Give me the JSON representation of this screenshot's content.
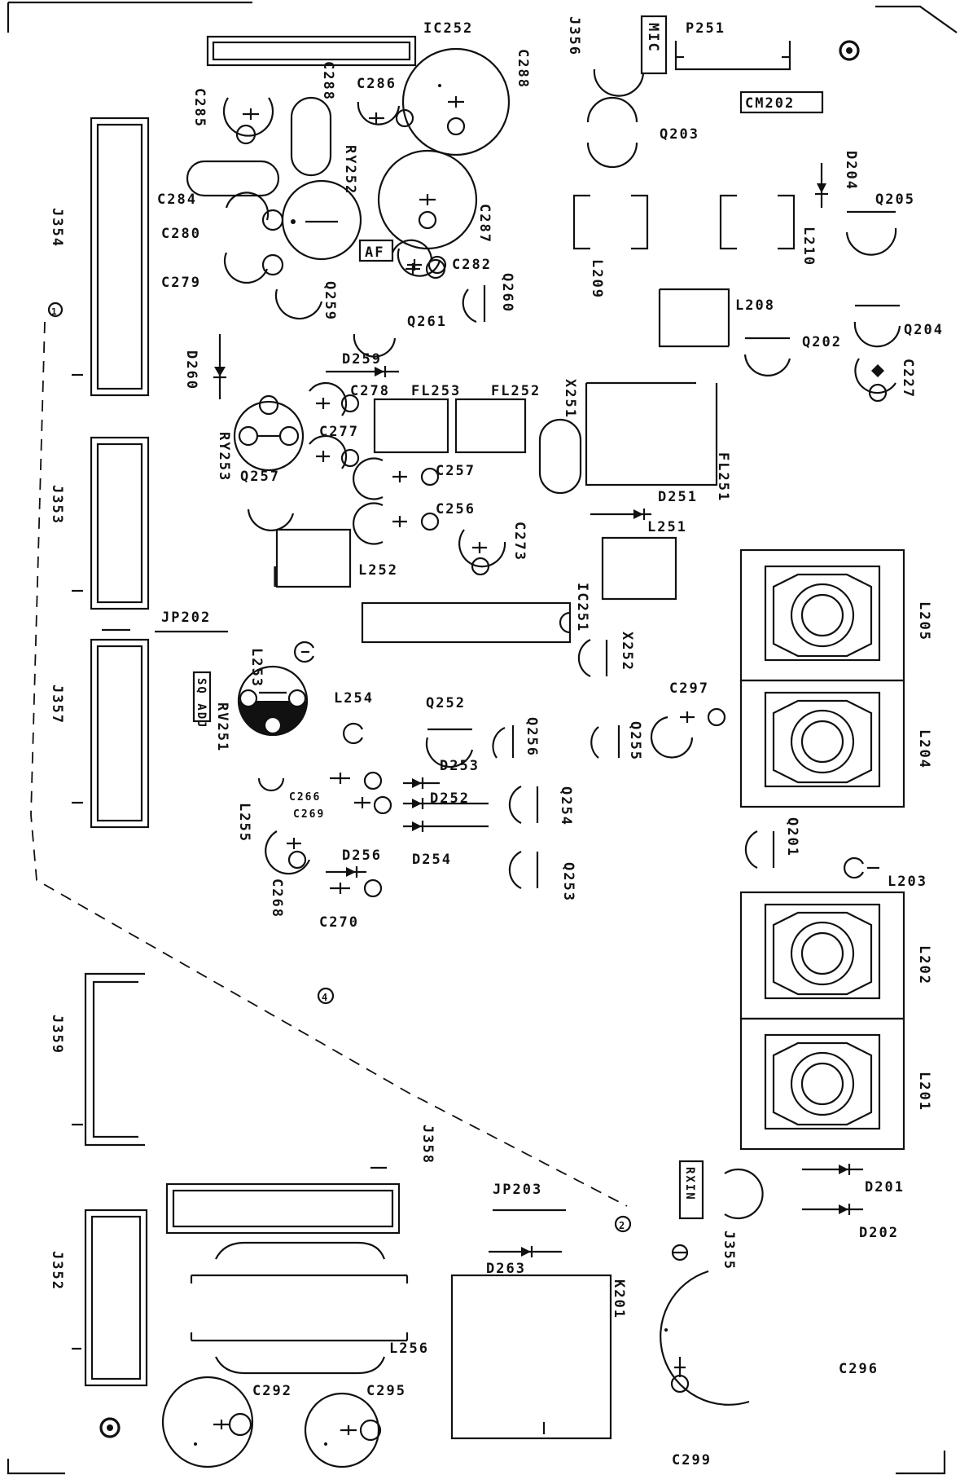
{
  "diagram": {
    "labels": {
      "IC252": "IC252",
      "P251": "P251",
      "J356": "J356",
      "MIC": "MIC",
      "CM202": "CM202",
      "C288a": "C288",
      "C288b": "C288",
      "C286": "C286",
      "C285": "C285",
      "RY252": "RY252",
      "C284": "C284",
      "C280": "C280",
      "C279": "C279",
      "AF": "AF",
      "C287": "C287",
      "C282": "C282",
      "Q260": "Q260",
      "Q259": "Q259",
      "Q261": "Q261",
      "J354": "J354",
      "Q203": "Q203",
      "D204": "D204",
      "Q205": "Q205",
      "L209": "L209",
      "L210": "L210",
      "L208": "L208",
      "Q202": "Q202",
      "Q204": "Q204",
      "C227": "C227",
      "D260": "D260",
      "D259": "D259",
      "C278": "C278",
      "FL253": "FL253",
      "FL252": "FL252",
      "X251": "X251",
      "C277": "C277",
      "RY253": "RY253",
      "Q257": "Q257",
      "C257": "C257",
      "C256": "C256",
      "FL251": "FL251",
      "D251": "D251",
      "L251": "L251",
      "C273": "C273",
      "J353": "J353",
      "L252": "L252",
      "IC251": "IC251",
      "X252": "X252",
      "L205": "L205",
      "JP202": "JP202",
      "L253": "L253",
      "L254": "L254",
      "Q252": "Q252",
      "Q256": "Q256",
      "Q255": "Q255",
      "C297": "C297",
      "J357": "J357",
      "SQADJ": "SQ ADJ",
      "RV251": "RV251",
      "L204": "L204",
      "D253": "D253",
      "C266": "C266",
      "C269": "C269",
      "D252": "D252",
      "Q254": "Q254",
      "L255": "L255",
      "D254": "D254",
      "Q201": "Q201",
      "D256": "D256",
      "Q253": "Q253",
      "L203": "L203",
      "C268": "C268",
      "C270": "C270",
      "J359": "J359",
      "L202": "L202",
      "L201": "L201",
      "J358": "J358",
      "RXIN": "RXIN",
      "D201": "D201",
      "JP203": "JP203",
      "D202": "D202",
      "J352": "J352",
      "D263": "D263",
      "K201": "K201",
      "J355": "J355",
      "L256": "L256",
      "C296": "C296",
      "C292": "C292",
      "C295": "C295",
      "C299": "C299",
      "m1": "1",
      "m2": "2",
      "m4": "4"
    }
  }
}
